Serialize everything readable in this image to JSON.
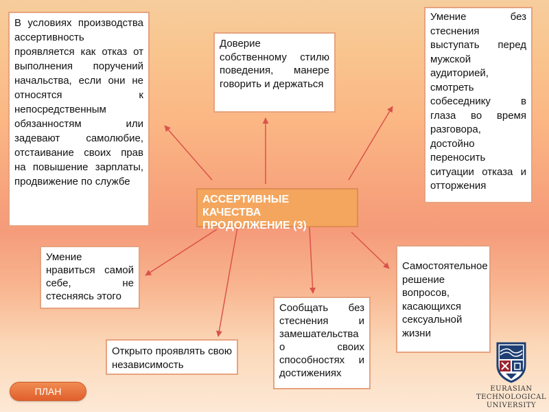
{
  "center": {
    "line1": "АССЕРТИВНЫЕ",
    "line2": "КАЧЕСТВА",
    "line3": "ПРОДОЛЖЕНИЕ (3)"
  },
  "boxes": {
    "left": "В условиях производства ассертивность проявляется как отказ от выполнения поручений начальства, если они не относятся к непосредственным обязанностям или задевают самолюбие, отстаивание своих прав на повышение зарплаты, продвижение по службе",
    "trust": "Доверие собственному стилю поведения, манере говорить и держаться",
    "right": "Умение без стеснения выступать перед мужской аудиторией, смотреть собеседнику в глаза во время разговора, достойно переносить ситуации отказа и отторжения",
    "like": "Умение нравиться самой себе, не стесняясь этого",
    "open": "Открыто проявлять свою независимость",
    "talk": "Сообщать без стеснения и замешательства о своих способностях и достижениях",
    "indep": "Самостоятельное решение вопросов, касающихся сексуальной жизни"
  },
  "nav": {
    "plan_label": "ПЛАН"
  },
  "logo": {
    "line1": "EURASIAN",
    "line2": "TECHNOLOGICAL",
    "line3": "UNIVERSITY",
    "icon": "university-shield-icon"
  },
  "colors": {
    "arrow": "#d9534a",
    "center_fill": "#f4a65e",
    "box_border": "#e7a27f",
    "plan_button": "#e8703a",
    "logo_blue": "#1f3f73",
    "logo_red": "#9b2430"
  }
}
